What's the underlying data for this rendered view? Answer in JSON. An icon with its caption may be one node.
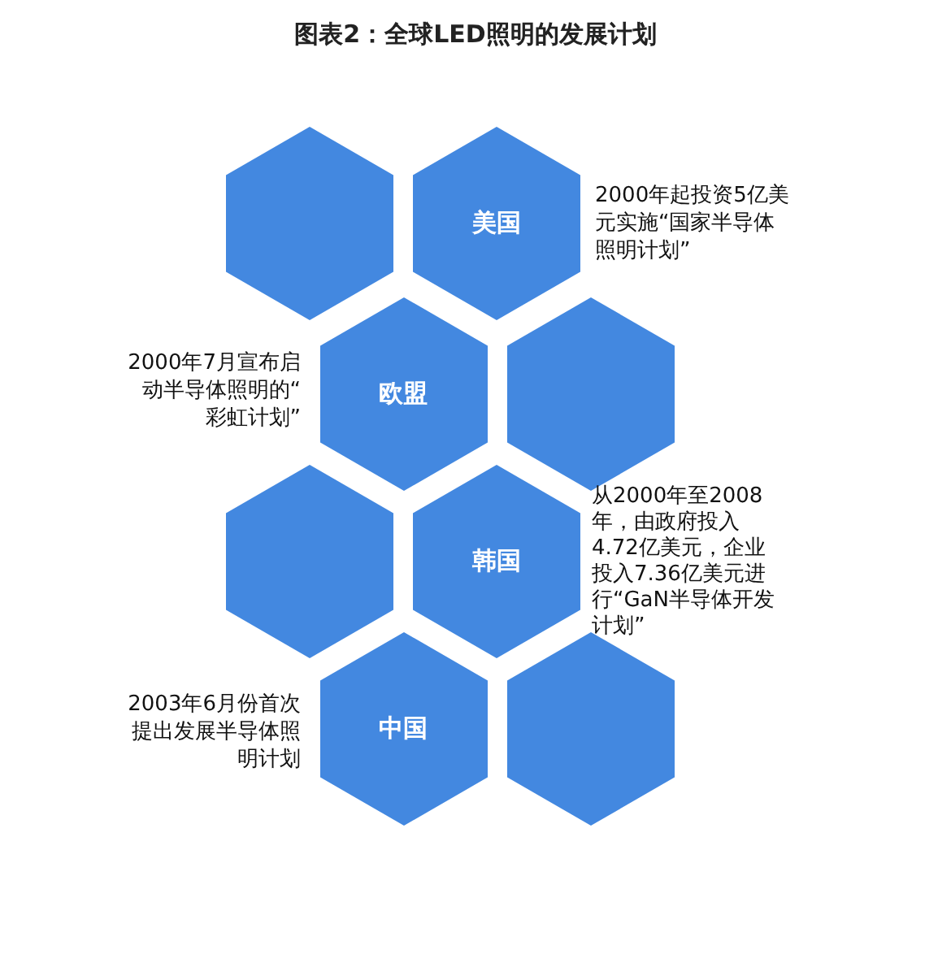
{
  "diagram": {
    "title": "图表2：全球LED照明的发展计划",
    "nodes": [
      {
        "text": [],
        "shape": "hexagon"
      },
      {
        "text": [
          "美国"
        ],
        "beside": [
          "2000年起投资5亿美元实施“国家半导体照明计划”"
        ]
      },
      {
        "text": [
          "欧盟"
        ],
        "beside": [
          "2000年7月宣布启动半导体照明的“彩虹计划”"
        ]
      },
      {
        "text": [],
        "shape": "hexagon"
      },
      {
        "text": [],
        "shape": "hexagon"
      },
      {
        "text": [
          "韩国"
        ],
        "beside": [
          "从2000年至2008年，由政府投入4.72亿美元，企业投入7.36亿美元进行“GaN半导体开发计划”"
        ]
      },
      {
        "text": [
          "中国"
        ],
        "beside": [
          "2003年6月份首次提出发展半导体照明计划"
        ]
      },
      {
        "text": [],
        "shape": "hexagon"
      }
    ]
  }
}
